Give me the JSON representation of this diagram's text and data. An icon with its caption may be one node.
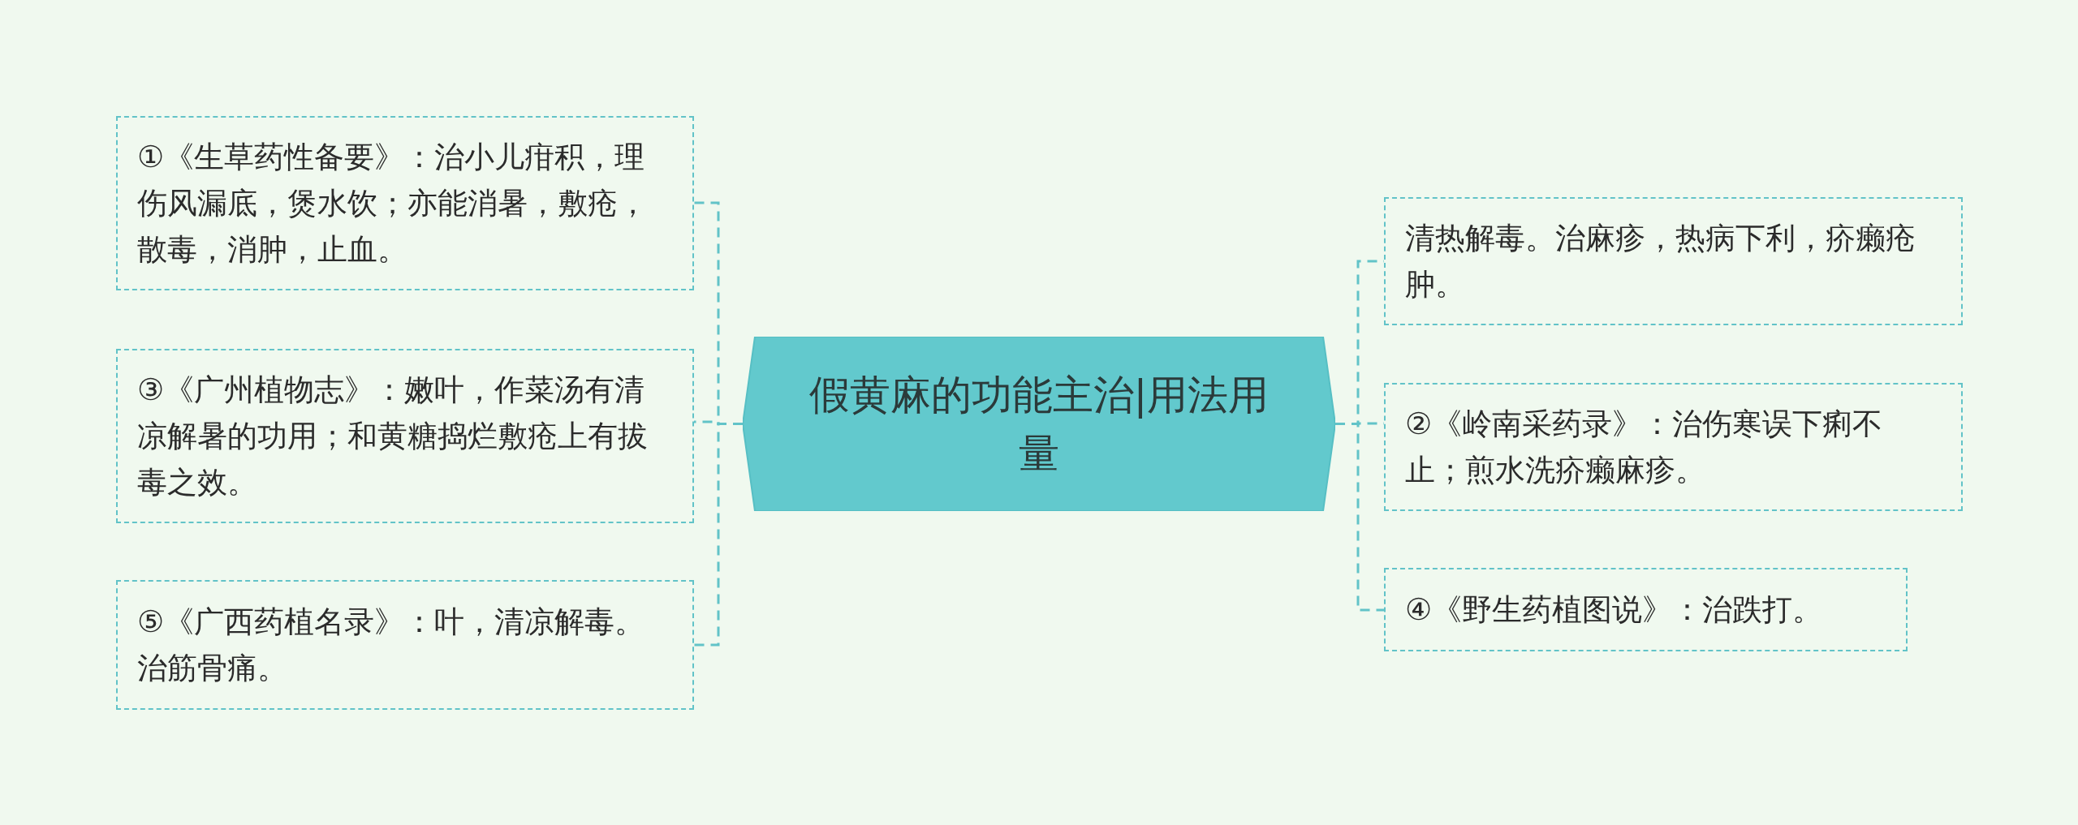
{
  "diagram": {
    "nodes": [
      {
        "text": [
          "假黄麻的功能主治|用法用量"
        ]
      },
      {
        "text": [
          "①《生草药性备要》：治小儿疳积，理伤风漏底，煲水饮；亦能消暑，敷疮，散毒，消肿，止血。"
        ]
      },
      {
        "text": [
          "③《广州植物志》：嫩叶，作菜汤有清凉解暑的功用；和黄糖捣烂敷疮上有拔毒之效。"
        ]
      },
      {
        "text": [
          "⑤《广西药植名录》：叶，清凉解毒。治筋骨痛。"
        ]
      },
      {
        "text": [
          "清热解毒。治麻疹，热病下利，疥癞疮肿。"
        ]
      },
      {
        "text": [
          "②《岭南采药录》：治伤寒误下痢不止；煎水洗疥癞麻疹。"
        ]
      },
      {
        "text": [
          "④《野生药植图说》：治跌打。"
        ]
      }
    ],
    "edges": [
      {
        "from": 0,
        "to": 1,
        "arrow": "none",
        "style": "dashed"
      },
      {
        "from": 0,
        "to": 2,
        "arrow": "none",
        "style": "dashed"
      },
      {
        "from": 0,
        "to": 3,
        "arrow": "none",
        "style": "dashed"
      },
      {
        "from": 0,
        "to": 4,
        "arrow": "none",
        "style": "dashed"
      },
      {
        "from": 0,
        "to": 5,
        "arrow": "none",
        "style": "dashed"
      },
      {
        "from": 0,
        "to": 6,
        "arrow": "none",
        "style": "dashed"
      }
    ]
  }
}
